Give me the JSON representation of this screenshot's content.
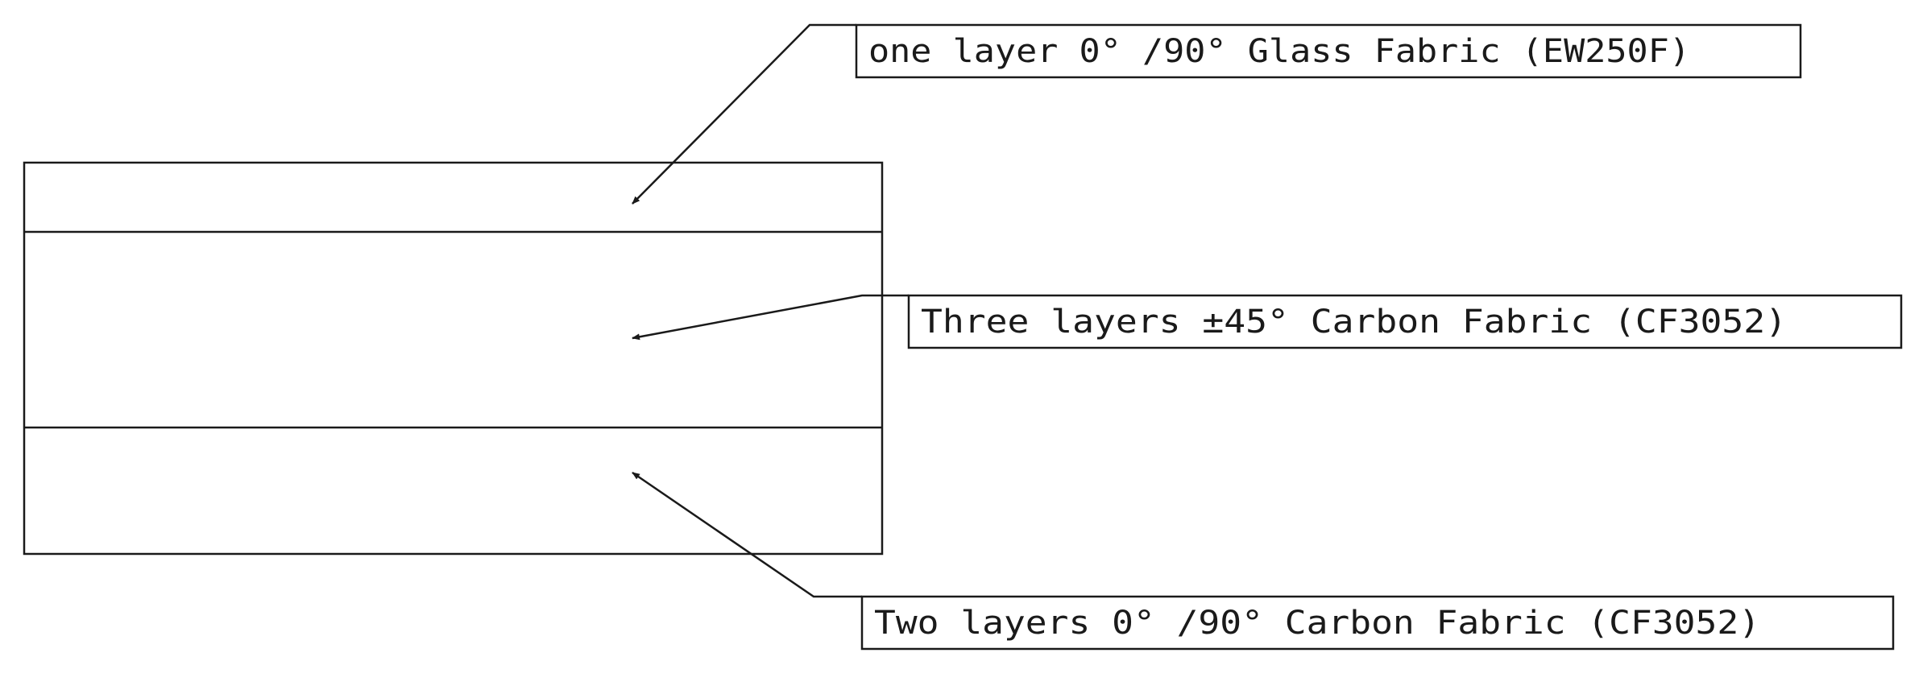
{
  "labels": {
    "top_layer": "one layer 0° /90°  Glass Fabric (EW250F)",
    "middle_layer": "Three layers ±45°  Carbon Fabric (CF3052)",
    "bottom_layer": "Two layers  0° /90°  Carbon Fabric (CF3052)"
  },
  "colors": {
    "line": "#1a1a1a",
    "background": "#ffffff"
  }
}
